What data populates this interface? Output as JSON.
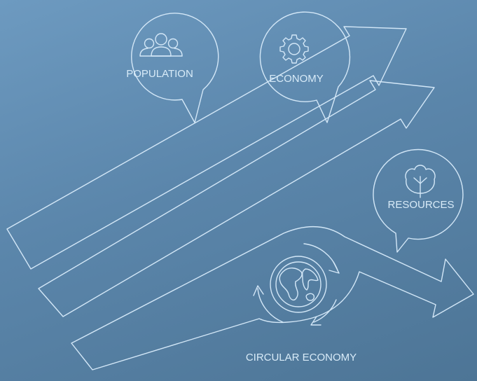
{
  "diagram": {
    "bubbles": [
      {
        "id": "population",
        "label": "POPULATION",
        "icon": "people-icon"
      },
      {
        "id": "economy",
        "label": "ECONOMY",
        "icon": "gear-icon"
      },
      {
        "id": "resources",
        "label": "RESOURCES",
        "icon": "leaf-icon"
      }
    ],
    "circular_label": "CIRCULAR ECONOMY",
    "circular_icon": "globe-icon",
    "colors": {
      "line": "#d3e7f7",
      "background_top": "#6d9ac0",
      "background_bottom": "#4d7596"
    }
  }
}
